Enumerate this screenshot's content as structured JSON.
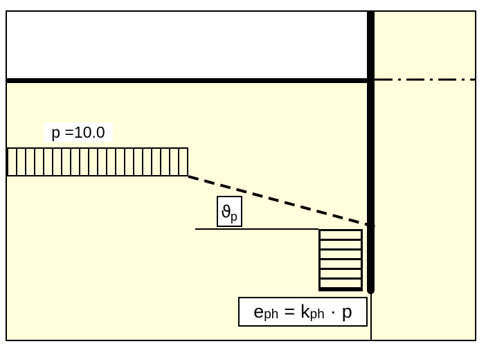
{
  "diagram": {
    "title_semantic": "passive-earth-pressure-from-surcharge-diagram",
    "labels": {
      "surcharge": "p =10.0",
      "angle_symbol": "ϑ",
      "angle_sub": "p",
      "formula": {
        "lhs_base": "e",
        "lhs_sub": "ph",
        "equals": "=",
        "rhs_base": "k",
        "rhs_sub": "ph",
        "operator": "·",
        "rhs_var": "p"
      }
    },
    "colors": {
      "soil_fill": "#FFFFDC",
      "sky_band": "#FFFFFF",
      "line": "#000000",
      "label_background": "#FFFFFF",
      "page_background": "#FFFFFF"
    }
  }
}
